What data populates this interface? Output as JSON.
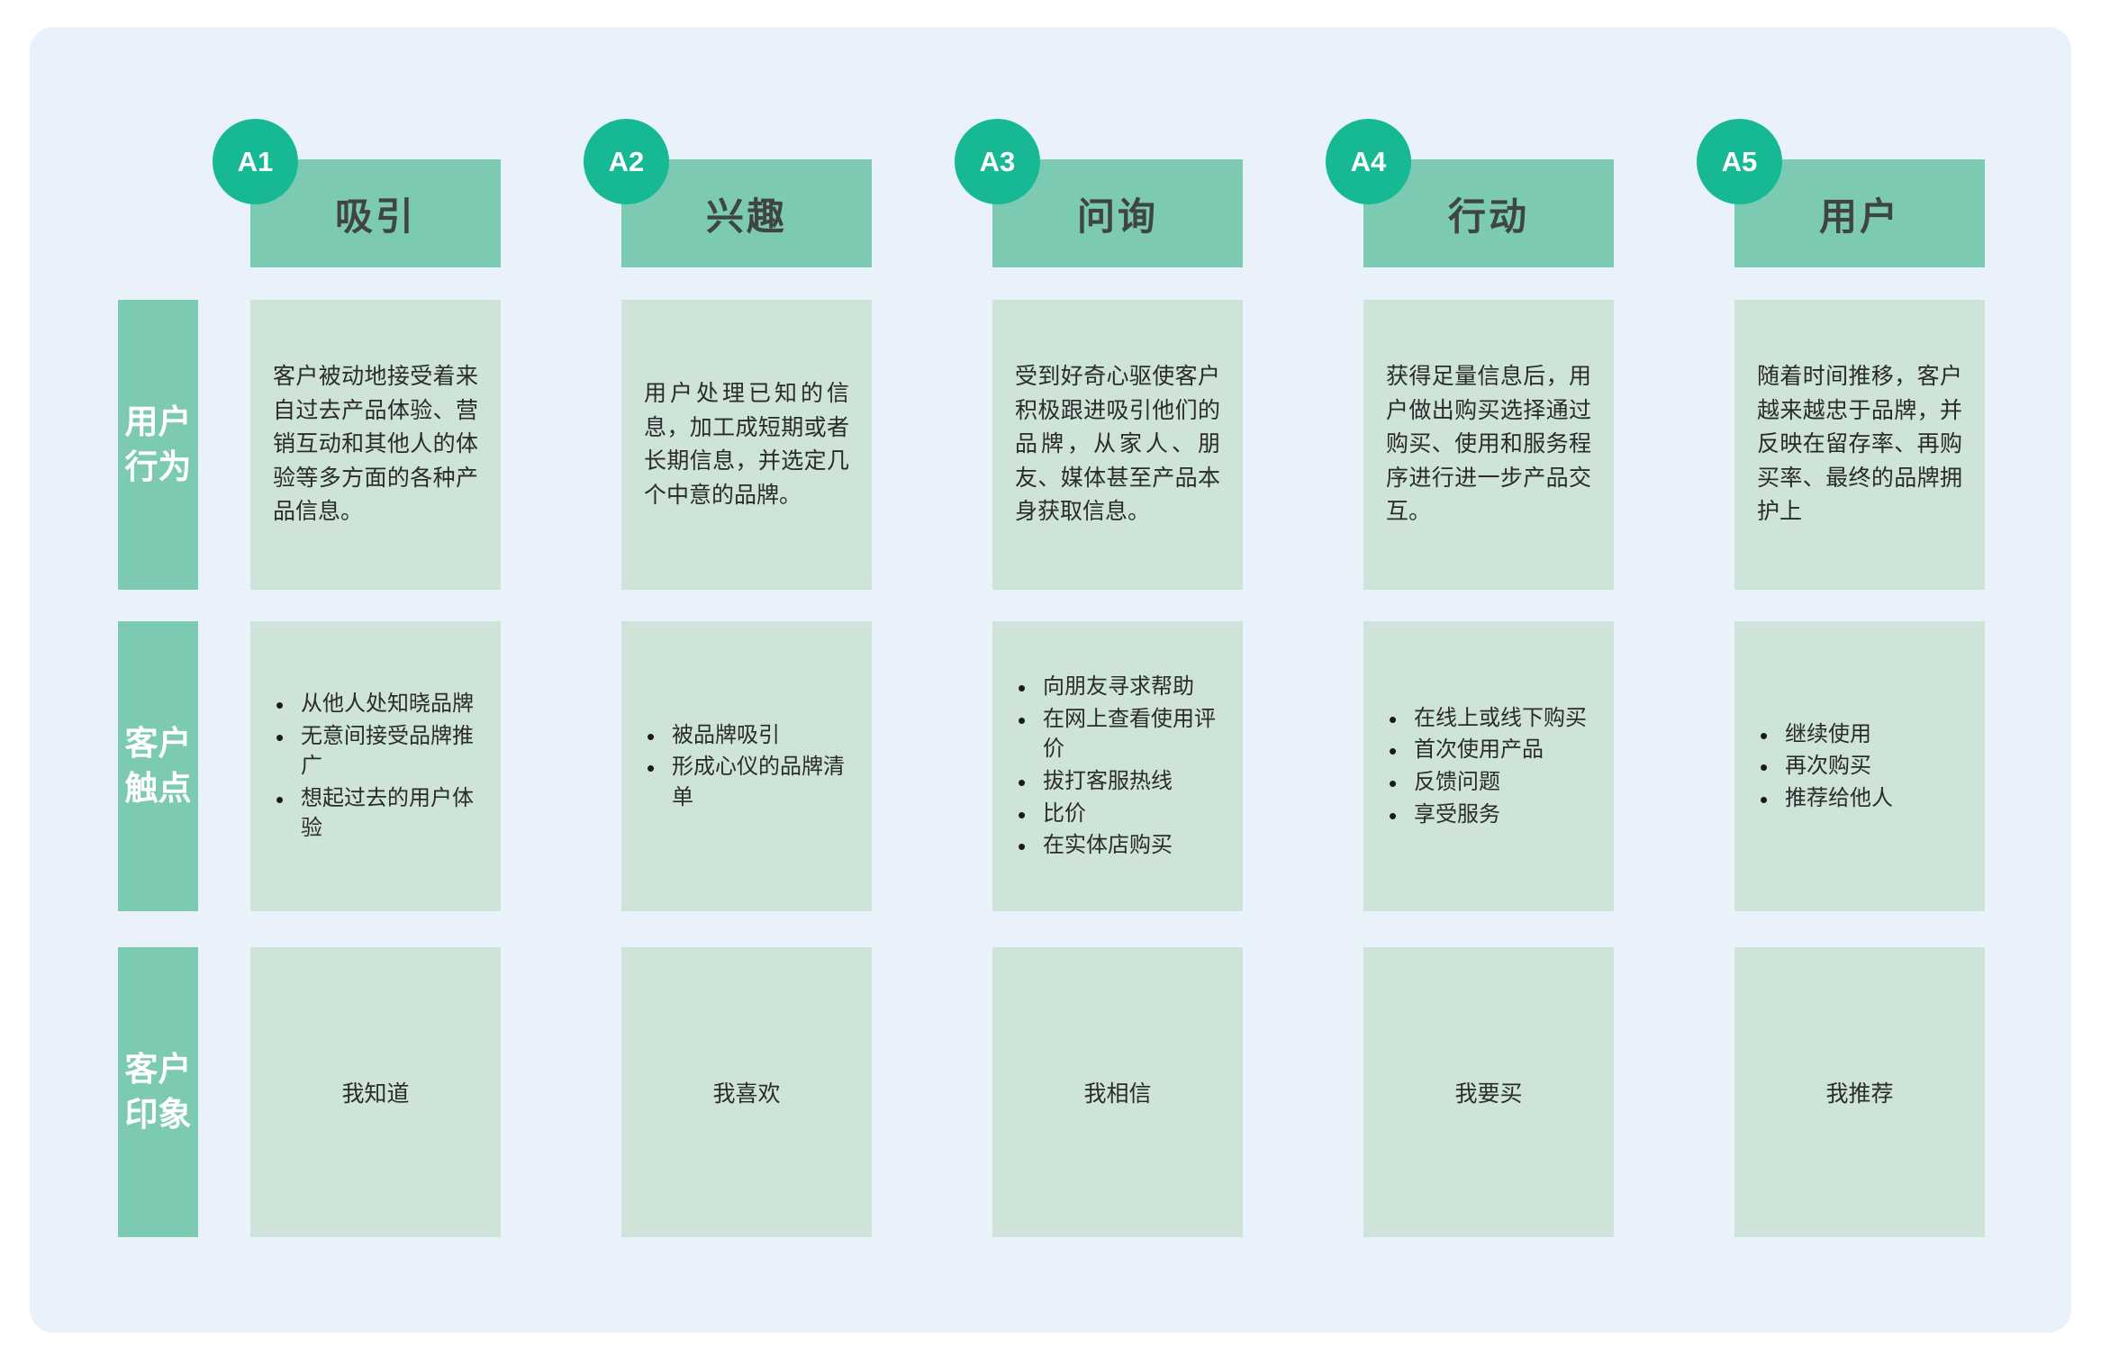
{
  "row_headers": [
    {
      "label": "用户\n行为",
      "line1": "用户",
      "line2": "行为"
    },
    {
      "label": "客户\n触点",
      "line1": "客户",
      "line2": "触点"
    },
    {
      "label": "客户\n印象",
      "line1": "客户",
      "line2": "印象"
    }
  ],
  "columns": [
    {
      "badge": "A1",
      "title": "吸引",
      "behavior": "客户被动地接受着来自过去产品体验、营销互动和其他人的体验等多方面的各种产品信息。",
      "touchpoints": [
        "从他人处知晓品牌",
        "无意间接受品牌推广",
        "想起过去的用户体验"
      ],
      "impression": "我知道"
    },
    {
      "badge": "A2",
      "title": "兴趣",
      "behavior": "用户处理已知的信息，加工成短期或者长期信息，并选定几个中意的品牌。",
      "touchpoints": [
        "被品牌吸引",
        "形成心仪的品牌清单"
      ],
      "impression": "我喜欢"
    },
    {
      "badge": "A3",
      "title": "问询",
      "behavior": "受到好奇心驱使客户积极跟进吸引他们的品牌，从家人、朋友、媒体甚至产品本身获取信息。",
      "touchpoints": [
        "向朋友寻求帮助",
        "在网上查看使用评价",
        "拔打客服热线",
        "比价",
        "在实体店购买"
      ],
      "impression": "我相信"
    },
    {
      "badge": "A4",
      "title": "行动",
      "behavior": "获得足量信息后，用户做出购买选择通过购买、使用和服务程序进行进一步产品交互。",
      "touchpoints": [
        "在线上或线下购买",
        "首次使用产品",
        "反馈问题",
        "享受服务"
      ],
      "impression": "我要买"
    },
    {
      "badge": "A5",
      "title": "用户",
      "behavior": "随着时间推移，客户越来越忠于品牌，并反映在留存率、再购买率、最终的品牌拥护上",
      "touchpoints": [
        "继续使用",
        "再次购买",
        "推荐给他人"
      ],
      "impression": "我推荐"
    }
  ],
  "colors": {
    "panel_bg": "#e9f1fa",
    "stage_green": "#7dcab2",
    "cell_green": "#cee4d9",
    "badge_teal": "#17b894"
  }
}
